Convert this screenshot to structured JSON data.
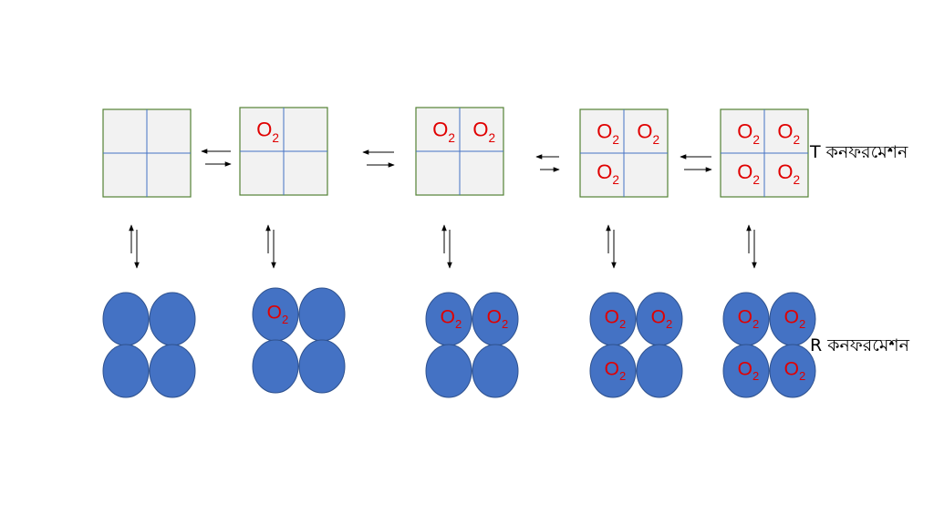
{
  "labels": {
    "t_state": "T কনফরমেশন",
    "r_state": "R কনফরমেশন"
  },
  "oxygen": {
    "base": "O",
    "subscript": "2"
  },
  "colors": {
    "square_fill": "#f2f2f2",
    "square_border": "#548235",
    "square_divider": "#4472c4",
    "subunit_fill": "#4472c4",
    "subunit_stroke": "#2f528f",
    "oxygen_text": "#e00000",
    "arrow": "#000000"
  },
  "stages": [
    {
      "bound_subunits": []
    },
    {
      "bound_subunits": [
        "top-left"
      ]
    },
    {
      "bound_subunits": [
        "top-left",
        "top-right"
      ]
    },
    {
      "bound_subunits": [
        "top-left",
        "top-right",
        "bottom-left"
      ]
    },
    {
      "bound_subunits": [
        "top-left",
        "top-right",
        "bottom-left",
        "bottom-right"
      ]
    }
  ]
}
